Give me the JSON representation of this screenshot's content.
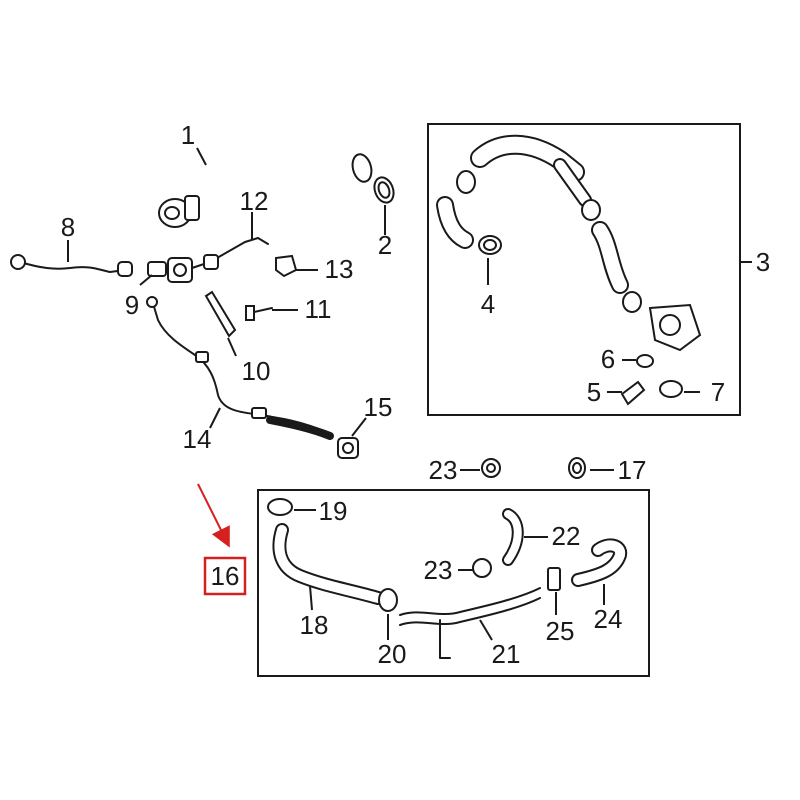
{
  "callouts": {
    "c1": "1",
    "c2": "2",
    "c3": "3",
    "c4": "4",
    "c5": "5",
    "c6": "6",
    "c7": "7",
    "c8": "8",
    "c9": "9",
    "c10": "10",
    "c11": "11",
    "c12": "12",
    "c13": "13",
    "c14": "14",
    "c15": "15",
    "c16": "16",
    "c17": "17",
    "c18": "18",
    "c19": "19",
    "c20": "20",
    "c21": "21",
    "c22": "22",
    "c23a": "23",
    "c23b": "23",
    "c24": "24",
    "c25": "25"
  },
  "highlight": {
    "color": "#d62020",
    "callout": "16"
  }
}
